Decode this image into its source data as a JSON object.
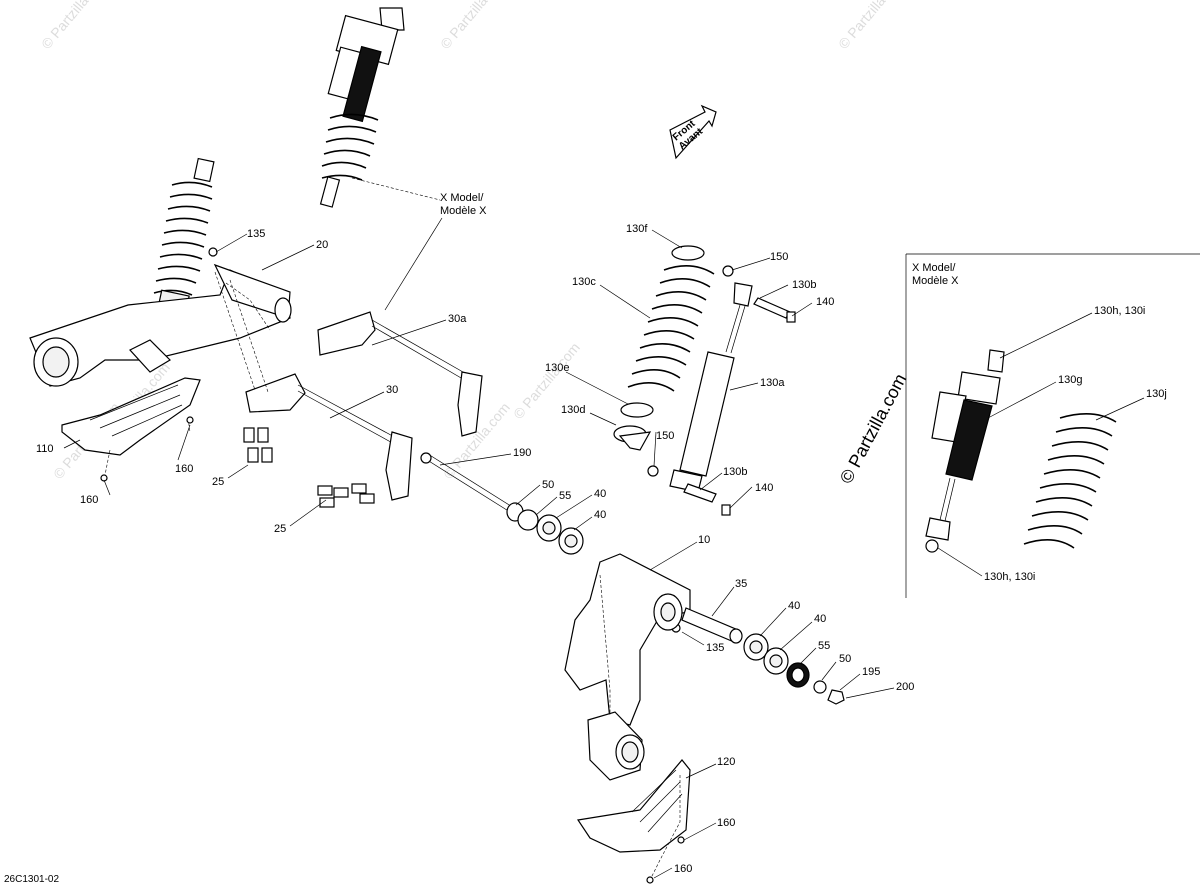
{
  "watermarks": {
    "corner": "© Partzilla.com",
    "inset": "© Partzilla.com"
  },
  "inset_panel": {
    "title_line1": "X Model/",
    "title_line2": "Modèle X"
  },
  "x_model_note": {
    "line1": "X Model/",
    "line2": "Modèle X"
  },
  "front_arrow": {
    "line1": "Front",
    "line2": "Avant"
  },
  "document_ref": "26C1301-02",
  "callouts": {
    "c135_top": "135",
    "c20": "20",
    "c30a": "30a",
    "c30": "30",
    "c110": "110",
    "c160_a": "160",
    "c160_b": "160",
    "c25_a": "25",
    "c25_b": "25",
    "c190": "190",
    "c50_a": "50",
    "c55_a": "55",
    "c40_a": "40",
    "c40_b": "40",
    "c130f": "130f",
    "c150_a": "150",
    "c130c": "130c",
    "c130b_a": "130b",
    "c140_a": "140",
    "c130e": "130e",
    "c130a": "130a",
    "c130d": "130d",
    "c150_b": "150",
    "c130b_b": "130b",
    "c140_b": "140",
    "c10": "10",
    "c35": "35",
    "c40_c": "40",
    "c40_d": "40",
    "c135_b": "135",
    "c55_b": "55",
    "c50_b": "50",
    "c195": "195",
    "c200": "200",
    "c120": "120",
    "c160_c": "160",
    "c160_d": "160",
    "c130hi_top": "130h, 130i",
    "c130g": "130g",
    "c130j": "130j",
    "c130hi_bottom": "130h, 130i"
  }
}
